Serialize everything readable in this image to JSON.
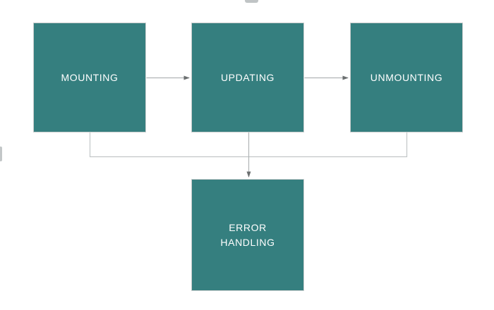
{
  "diagram": {
    "type": "flowchart",
    "background_color": "#ffffff",
    "node_fill_color": "#357f7f",
    "node_border_color": "#c9cdcd",
    "node_text_color": "#ffffff",
    "connector_color": "#b0b4b5",
    "arrowhead_color": "#6b6f70",
    "nodes": [
      {
        "id": "mounting",
        "label": "MOUNTING"
      },
      {
        "id": "updating",
        "label": "UPDATING"
      },
      {
        "id": "unmounting",
        "label": "UNMOUNTING"
      },
      {
        "id": "error",
        "label": "ERROR\nHANDLING"
      }
    ],
    "edges": [
      {
        "id": "edge-mounting-updating",
        "from": "mounting",
        "to": "updating",
        "style": "straight-arrow",
        "direction": "right"
      },
      {
        "id": "edge-updating-unmounting",
        "from": "updating",
        "to": "unmounting",
        "style": "straight-arrow",
        "direction": "right"
      },
      {
        "id": "edge-mounting-error",
        "from": "mounting",
        "to": "error",
        "style": "elbow-bus",
        "direction": "down"
      },
      {
        "id": "edge-updating-error",
        "from": "updating",
        "to": "error",
        "style": "straight-arrow",
        "direction": "down"
      },
      {
        "id": "edge-unmounting-error",
        "from": "unmounting",
        "to": "error",
        "style": "elbow-bus",
        "direction": "down"
      }
    ]
  }
}
